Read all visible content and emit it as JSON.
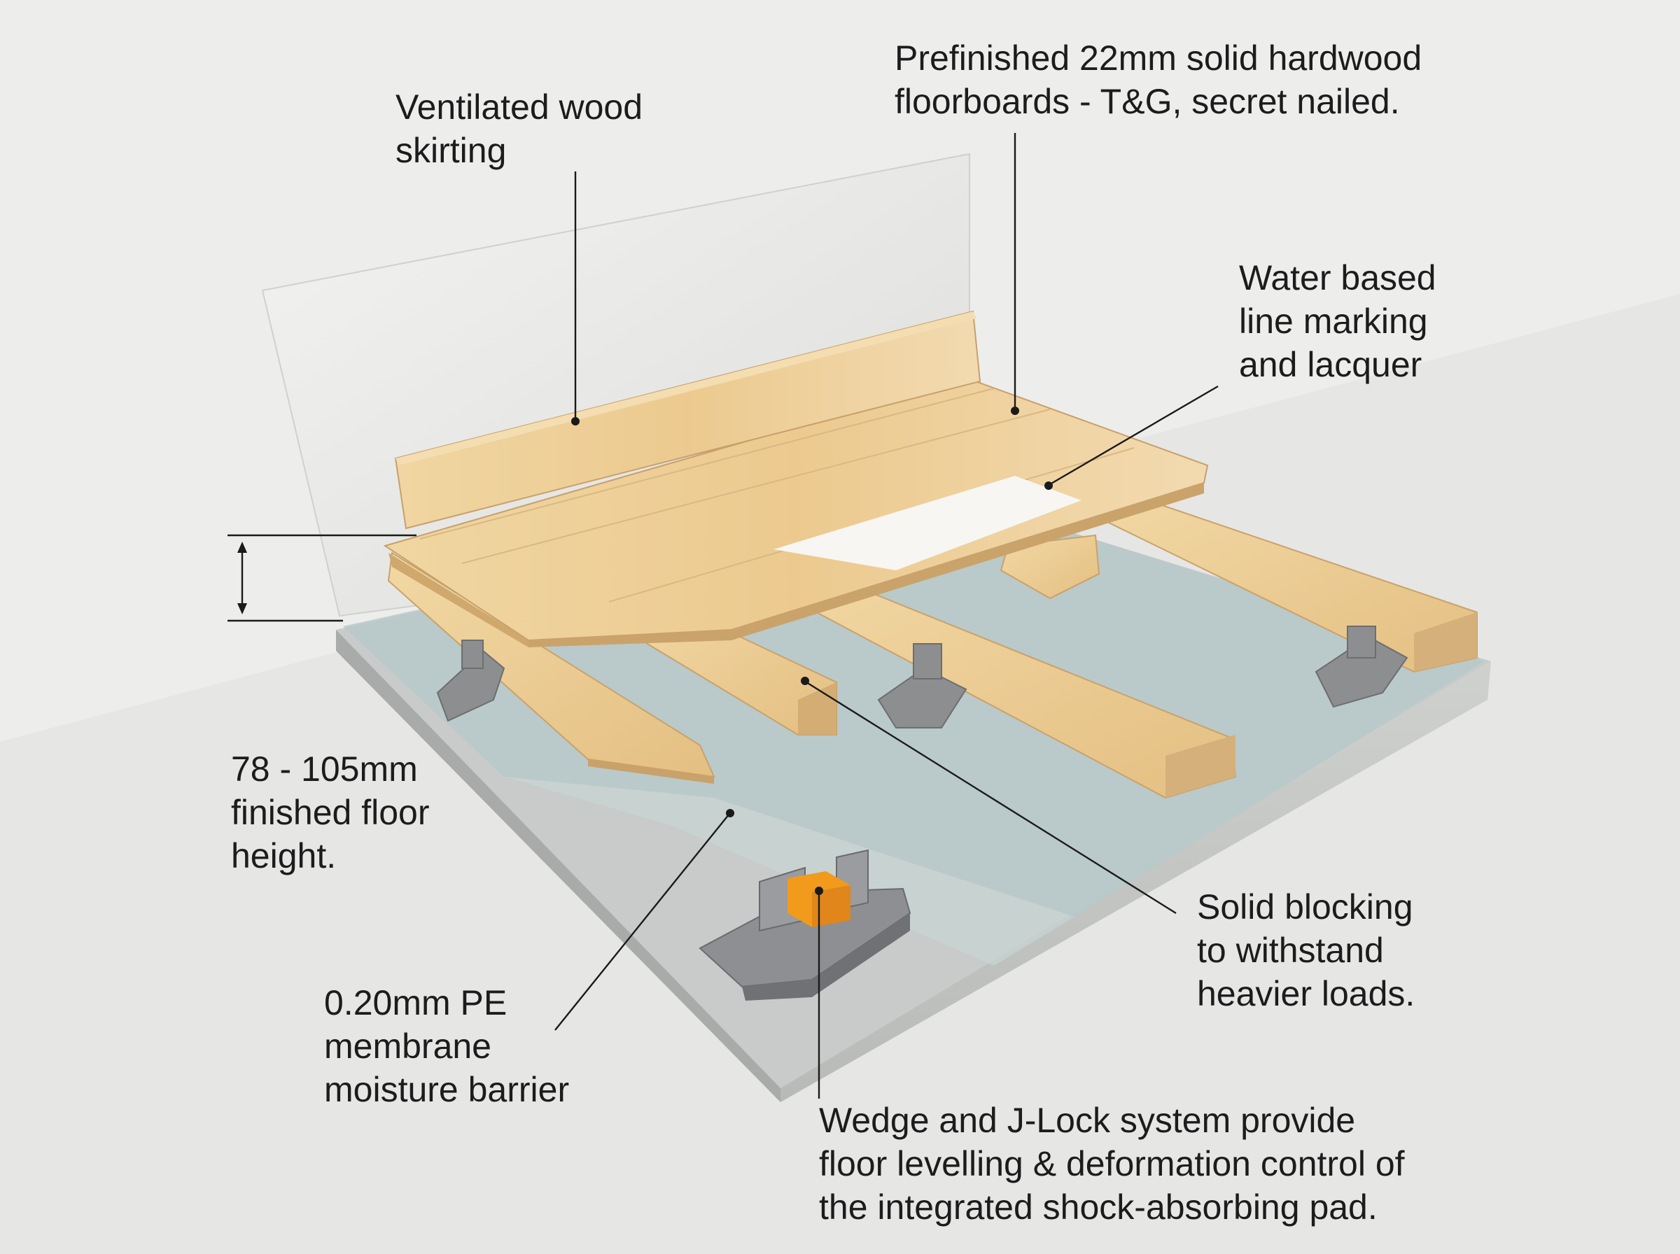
{
  "callouts": {
    "skirting": {
      "lines": [
        "Ventilated wood",
        "skirting"
      ]
    },
    "floorboards": {
      "lines": [
        "Prefinished 22mm solid hardwood",
        "floorboards - T&G, secret nailed."
      ]
    },
    "line_marking": {
      "lines": [
        "Water based",
        "line marking",
        "and lacquer"
      ]
    },
    "floor_height": {
      "lines": [
        "78 - 105mm",
        "finished floor",
        "height."
      ]
    },
    "membrane": {
      "lines": [
        "0.20mm PE",
        "membrane",
        "moisture barrier"
      ]
    },
    "blocking": {
      "lines": [
        "Solid blocking",
        "to withstand",
        "heavier loads."
      ]
    },
    "wedge": {
      "lines": [
        "Wedge and J-Lock system provide",
        "floor levelling & deformation control of",
        "the integrated shock-absorbing pad."
      ]
    }
  },
  "colors": {
    "background": "#ebebea",
    "wall": "#e2e2e0",
    "concrete": "#c4c6c4",
    "membrane": "#b9c9c8",
    "timber": "#e8c88e",
    "wedge": "#8a8c8e",
    "shock_pad": "#f29a1c",
    "leader_line": "#1a1a1a"
  }
}
